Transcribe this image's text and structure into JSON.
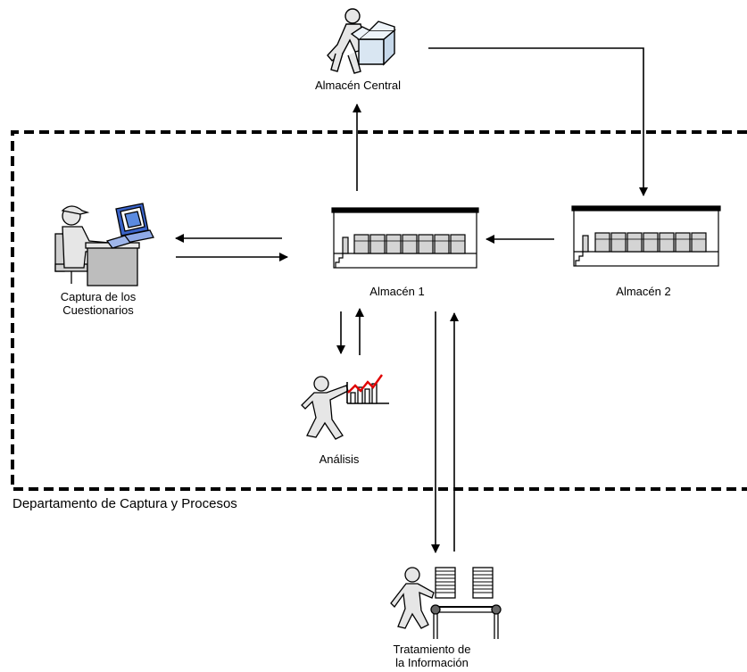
{
  "nodes": {
    "almacen_central": "Almacén Central",
    "almacen_1": "Almacén 1",
    "almacen_2": "Almacén 2",
    "captura_line1": "Captura de los",
    "captura_line2": "Cuestionarios",
    "analisis": "Análisis",
    "tratamiento_line1": "Tratamiento de",
    "tratamiento_line2": "la Información"
  },
  "department": {
    "label": "Departamento de Captura y Procesos"
  },
  "icons": {
    "almacen_central": "worker-with-box-icon",
    "almacen_1": "warehouse-icon",
    "almacen_2": "warehouse-icon",
    "captura": "computer-operator-icon",
    "analisis": "person-with-chart-icon",
    "tratamiento": "worker-with-paper-stacks-icon"
  },
  "colors": {
    "line": "#000000",
    "figure_fill": "#e6e6e6",
    "box_fill": "#d9e6f2",
    "monitor": "#3a63c8",
    "chart_line": "#e00000",
    "shelf_fill": "#d4d4d4"
  }
}
